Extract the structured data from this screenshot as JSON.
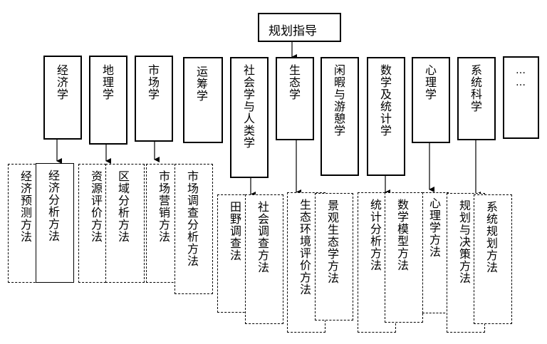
{
  "root": {
    "label": "规划指导"
  },
  "disciplines": [
    {
      "id": "econ",
      "label": "经济学"
    },
    {
      "id": "geo",
      "label": "地理学"
    },
    {
      "id": "market",
      "label": "市场学"
    },
    {
      "id": "ops",
      "label": "运筹学"
    },
    {
      "id": "soc",
      "label": "社会学与人类学"
    },
    {
      "id": "eco",
      "label": "生态学"
    },
    {
      "id": "leisure",
      "label": "闲暇与游憩学"
    },
    {
      "id": "stat",
      "label": "数学及统计学"
    },
    {
      "id": "psy",
      "label": "心理学"
    },
    {
      "id": "sys",
      "label": "系统科学"
    },
    {
      "id": "more",
      "label": "……"
    }
  ],
  "methods": [
    {
      "label": "经济预测方法"
    },
    {
      "label": "经济分析方法"
    },
    {
      "label": "资源评价方法"
    },
    {
      "label": "区域分析方法"
    },
    {
      "label": "市场营销方法"
    },
    {
      "label": "市场调查分析方法"
    },
    {
      "label": "田野调查法"
    },
    {
      "label": "社会调查方法"
    },
    {
      "label": "生态环境评价方法"
    },
    {
      "label": "景观生态学方法"
    },
    {
      "label": "统计分析方法"
    },
    {
      "label": "数学模型方法"
    },
    {
      "label": "心理学方法"
    },
    {
      "label": "规划与决策方法"
    },
    {
      "label": "系统规划方法"
    }
  ]
}
